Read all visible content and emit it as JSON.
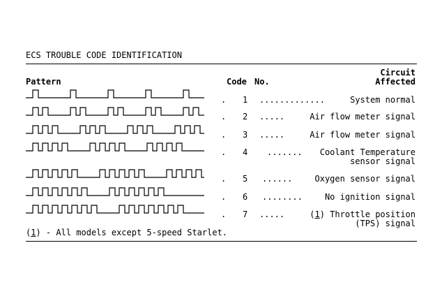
{
  "title": "ECS TROUBLE CODE IDENTIFICATION",
  "headers": {
    "pattern": "Pattern",
    "code": "Code",
    "no": "No.",
    "circuit_line1": "Circuit",
    "circuit_line2": "Affected"
  },
  "rows": [
    {
      "code": "1",
      "dots": ".............",
      "circuit_line1": "System normal",
      "circuit_line2": "",
      "pulses": 1
    },
    {
      "code": "2",
      "dots": ".....",
      "circuit_line1": "Air flow meter signal",
      "circuit_line2": "",
      "pulses": 2
    },
    {
      "code": "3",
      "dots": ".....",
      "circuit_line1": "Air flow meter signal",
      "circuit_line2": "",
      "pulses": 3
    },
    {
      "code": "4",
      "dots": ".......",
      "circuit_line1": "Coolant Temperature",
      "circuit_line2": "sensor signal",
      "pulses": 4
    },
    {
      "code": "5",
      "dots": "......",
      "circuit_line1": "Oxygen sensor signal",
      "circuit_line2": "",
      "pulses": 5
    },
    {
      "code": "6",
      "dots": "........",
      "circuit_line1": "No ignition signal",
      "circuit_line2": "",
      "pulses": 6
    },
    {
      "code": "7",
      "dots": ".....",
      "note_ref": "1",
      "circuit_line1": "Throttle position",
      "circuit_line2": "(TPS) signal",
      "pulses": 7
    }
  ],
  "footnote": {
    "ref": "1",
    "text": " - All models except 5-speed Starlet."
  }
}
